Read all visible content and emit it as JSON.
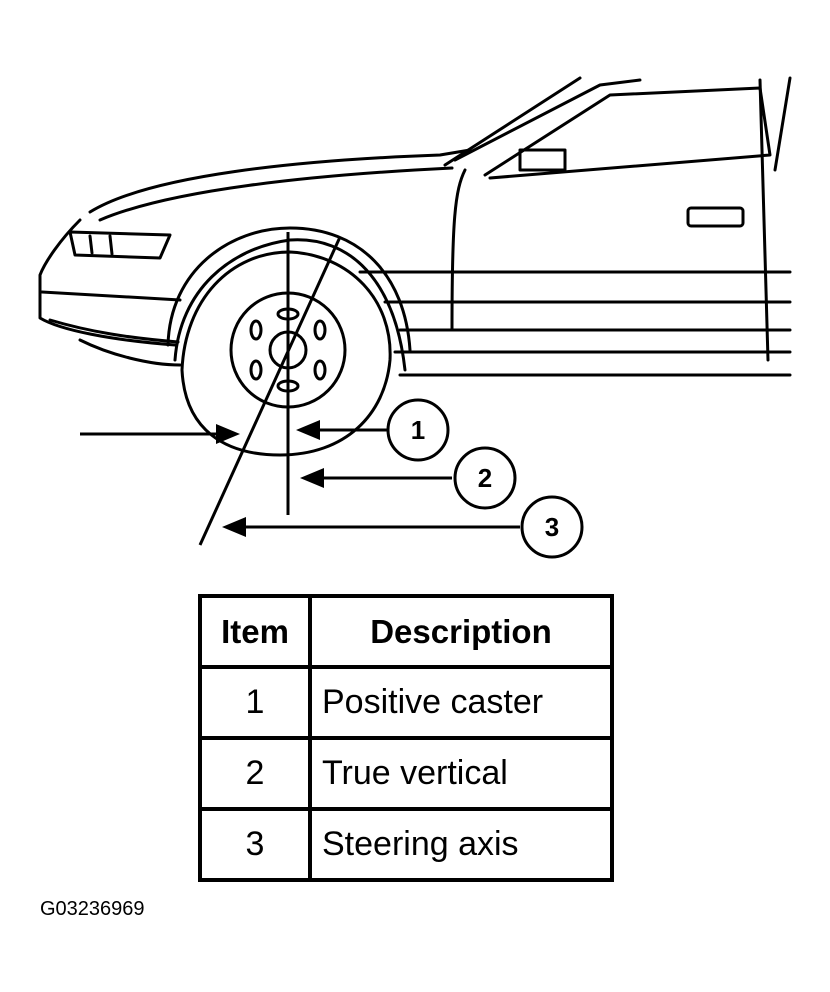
{
  "callouts": [
    {
      "number": "1"
    },
    {
      "number": "2"
    },
    {
      "number": "3"
    }
  ],
  "table": {
    "headers": {
      "item": "Item",
      "description": "Description"
    },
    "rows": [
      {
        "item": "1",
        "description": "Positive caster"
      },
      {
        "item": "2",
        "description": "True vertical"
      },
      {
        "item": "3",
        "description": "Steering axis"
      }
    ]
  },
  "figure_id": "G03236969"
}
